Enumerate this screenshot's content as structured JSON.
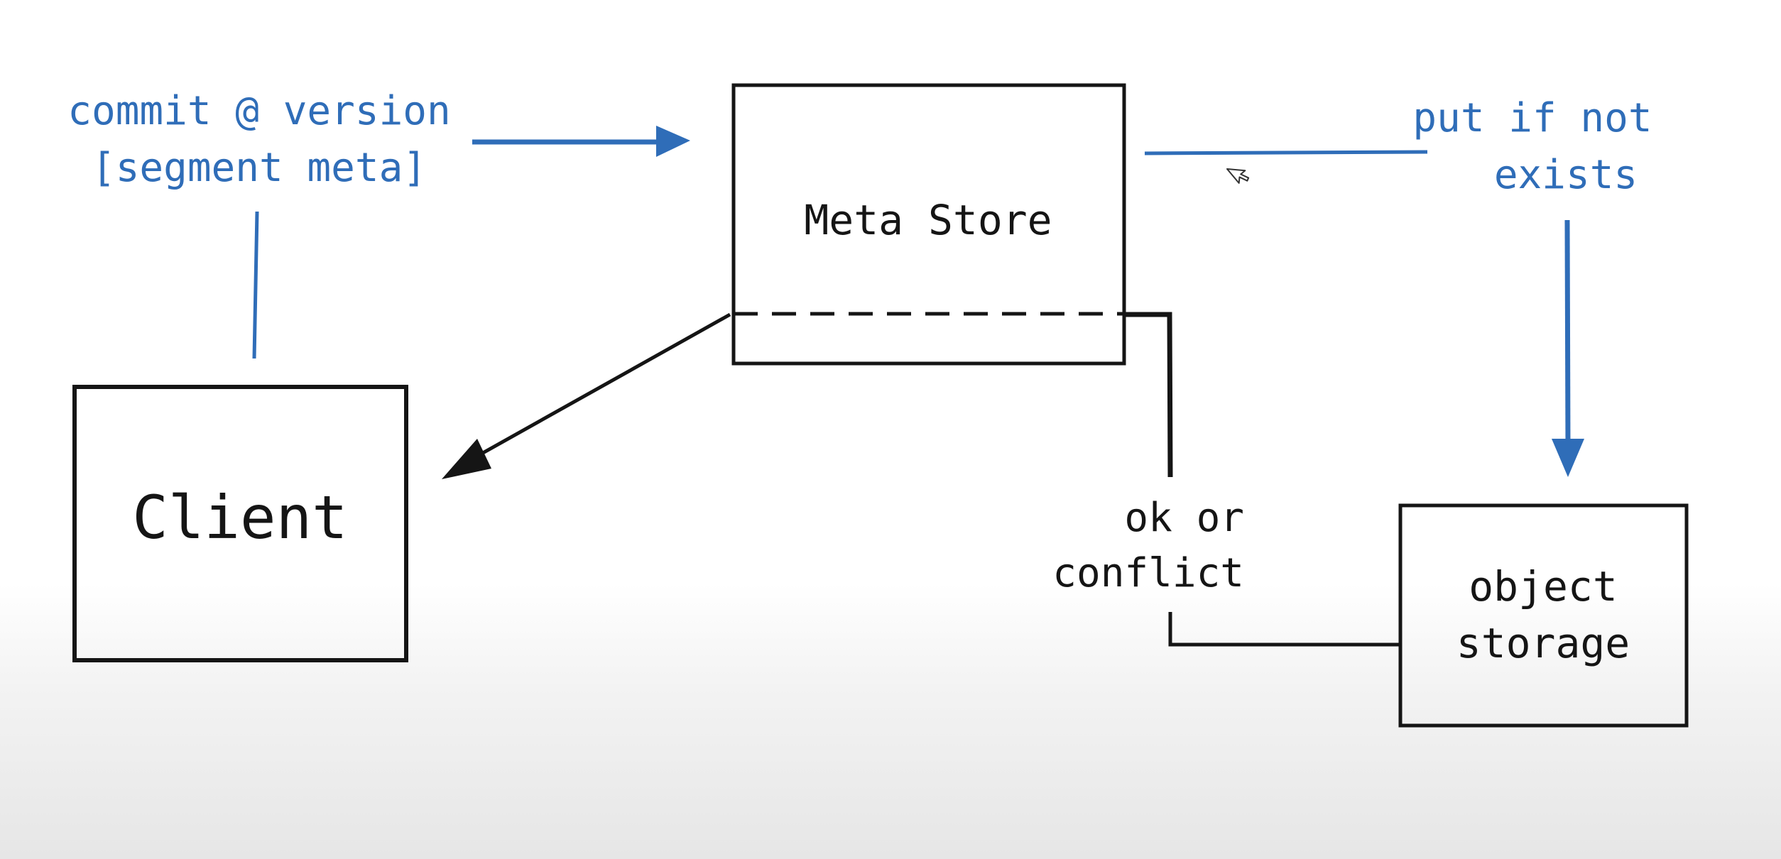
{
  "nodes": {
    "client": "Client",
    "meta_store": "Meta Store",
    "object_storage": [
      "object",
      "storage"
    ]
  },
  "edges": {
    "commit": [
      "commit @ version",
      "[segment meta]"
    ],
    "put_if_not_exists": [
      "put if not",
      "exists"
    ],
    "ok_or_conflict": [
      "ok or",
      "conflict"
    ]
  },
  "colors": {
    "accent_blue": "#2f6db8",
    "ink": "#151515",
    "background": "#ffffff"
  },
  "icons": {
    "cursor": "pointer-cursor-icon"
  }
}
